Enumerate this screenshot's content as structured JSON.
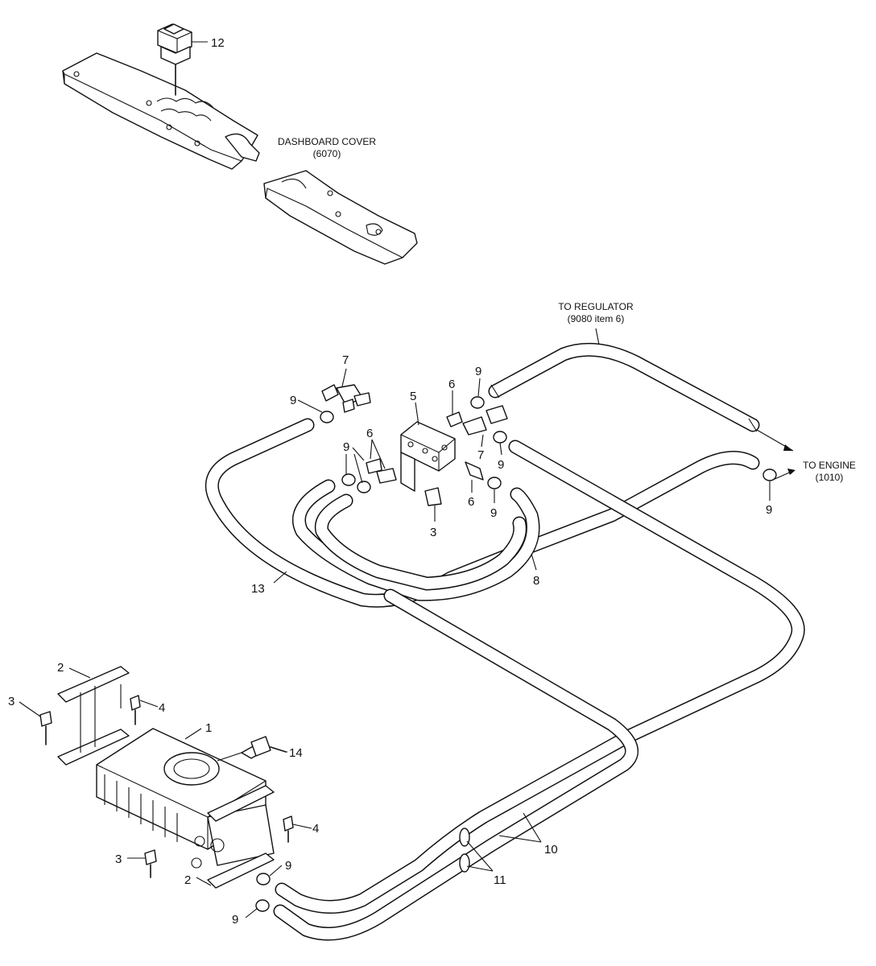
{
  "captions": {
    "dashboard_cover": [
      "DASHBOARD COVER",
      "(6070)"
    ],
    "to_regulator": [
      "TO REGULATOR",
      "(9080 item 6)"
    ],
    "to_engine": [
      "TO ENGINE",
      "(1010)"
    ]
  },
  "callouts": {
    "n1": "1",
    "n2a": "2",
    "n2b": "2",
    "n3a": "3",
    "n3b": "3",
    "n3c": "3",
    "n4a": "4",
    "n4b": "4",
    "n5": "5",
    "n6a": "6",
    "n6b": "6",
    "n6c": "6",
    "n7a": "7",
    "n7b": "7",
    "n8": "8",
    "n9a": "9",
    "n9b": "9",
    "n9c": "9",
    "n9d": "9",
    "n9e": "9",
    "n9f": "9",
    "n9g": "9",
    "n9h": "9",
    "n10": "10",
    "n11": "11",
    "n12": "12",
    "n13": "13",
    "n14": "14"
  }
}
